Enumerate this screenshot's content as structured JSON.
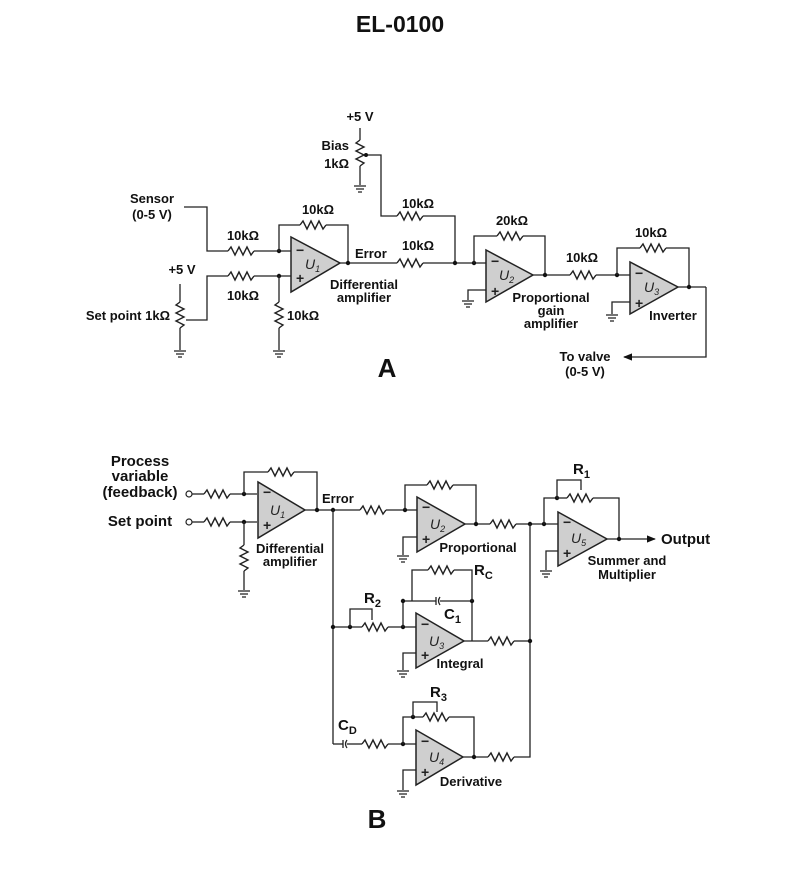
{
  "title": "EL-0100",
  "diagram_a": {
    "label": "A",
    "supply_top": "+5 V",
    "bias_label": "Bias",
    "bias_value": "1kΩ",
    "sensor_label": "Sensor",
    "sensor_range": "(0-5 V)",
    "supply_left": "+5 V",
    "setpoint_label": "Set point 1kΩ",
    "r_in_sensor": "10kΩ",
    "r_in_setpoint": "10kΩ",
    "r_ground": "10kΩ",
    "r_feedback_u1": "10kΩ",
    "r_bias": "10kΩ",
    "r_error": "10kΩ",
    "r_feedback_u2": "20kΩ",
    "r_in_u3": "10kΩ",
    "r_feedback_u3": "10kΩ",
    "error_label": "Error",
    "u1": "U",
    "u1_sub": "1",
    "u2": "U",
    "u2_sub": "2",
    "u3": "U",
    "u3_sub": "3",
    "diff_amp_line1": "Differential",
    "diff_amp_line2": "amplifier",
    "prop_line1": "Proportional",
    "prop_line2": "gain",
    "prop_line3": "amplifier",
    "inverter": "Inverter",
    "output_line1": "To valve",
    "output_line2": "(0-5 V)"
  },
  "diagram_b": {
    "label": "B",
    "pv_line1": "Process",
    "pv_line2": "variable",
    "pv_line3": "(feedback)",
    "setpoint": "Set point",
    "error_label": "Error",
    "diff_amp_line1": "Differential",
    "diff_amp_line2": "amplifier",
    "proportional": "Proportional",
    "integral": "Integral",
    "derivative": "Derivative",
    "summer_line1": "Summer and",
    "summer_line2": "Multiplier",
    "output": "Output",
    "r1": "R",
    "r1_sub": "1",
    "r2": "R",
    "r2_sub": "2",
    "r3": "R",
    "r3_sub": "3",
    "rc": "R",
    "rc_sub": "C",
    "c1": "C",
    "c1_sub": "1",
    "cd": "C",
    "cd_sub": "D",
    "u1": "U",
    "u1_sub": "1",
    "u2": "U",
    "u2_sub": "2",
    "u3": "U",
    "u3_sub": "3",
    "u4": "U",
    "u4_sub": "4",
    "u5": "U",
    "u5_sub": "5"
  },
  "symbols": {
    "minus": "−",
    "plus": "+"
  }
}
